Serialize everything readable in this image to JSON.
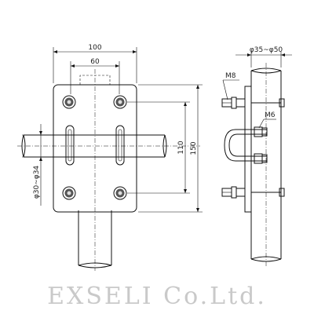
{
  "front_view": {
    "dim_plate_width": "100",
    "dim_bolt_spacing": "60",
    "dim_slot_length": "110",
    "dim_plate_height": "150",
    "dim_pipe_diameter": "φ30~φ34"
  },
  "side_view": {
    "dim_pole_diameter": "φ35~φ50",
    "label_bolt_m8": "M8",
    "label_bolt_m6": "M6"
  },
  "watermark": {
    "text": "EXSELI Co.Ltd."
  }
}
